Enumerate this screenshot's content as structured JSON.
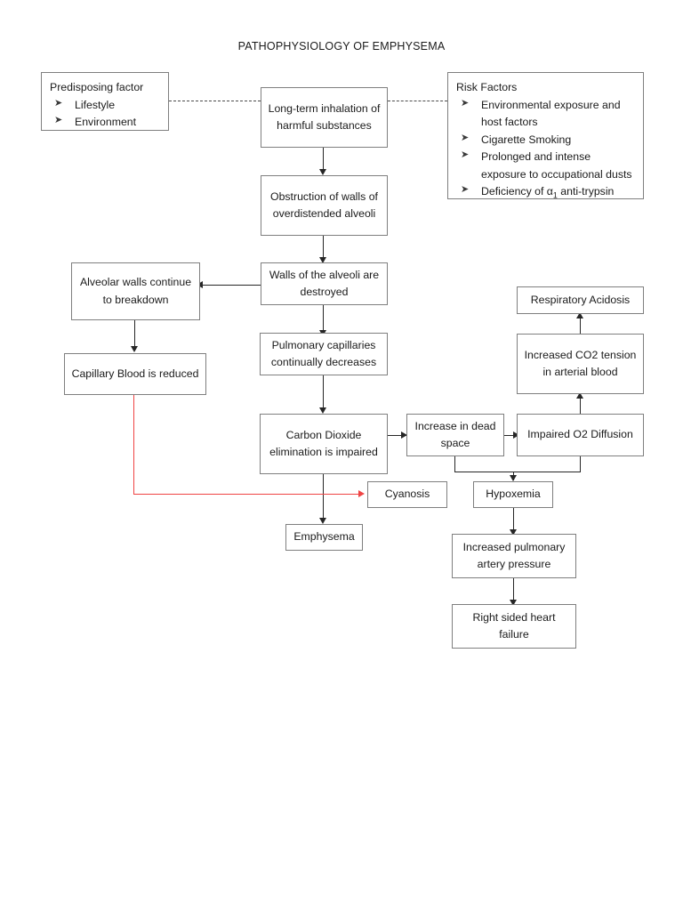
{
  "title": "PATHOPHYSIOLOGY OF EMPHYSEMA",
  "colors": {
    "box_border": "#7f7f7f",
    "arrow": "#262626",
    "highlight_arrow": "#ef4444",
    "background": "#ffffff"
  },
  "nodes": {
    "predisposing": {
      "heading": "Predisposing factor",
      "items": [
        "Lifestyle",
        "Environment"
      ]
    },
    "risk_factors": {
      "heading": "Risk Factors",
      "items": [
        "Environmental exposure and host factors",
        "Cigarette Smoking",
        "Prolonged and intense exposure to occupational dusts",
        "Deficiency of α₁ anti-trypsin"
      ]
    },
    "inhalation": "Long-term inhalation of harmful substances",
    "obstruction": "Obstruction of walls of overdistended alveoli",
    "walls_destroyed": "Walls of the alveoli are destroyed",
    "alveolar_breakdown": "Alveolar walls continue to breakdown",
    "capillary_blood": "Capillary Blood is reduced",
    "pulmonary_capillaries": "Pulmonary capillaries continually decreases",
    "co2_elimination": "Carbon Dioxide elimination is impaired",
    "dead_space": "Increase in dead space",
    "impaired_o2": "Impaired O2 Diffusion",
    "co2_tension": "Increased CO2 tension in arterial blood",
    "respiratory_acidosis": "Respiratory Acidosis",
    "cyanosis": "Cyanosis",
    "hypoxemia": "Hypoxemia",
    "emphysema": "Emphysema",
    "pulmonary_artery_pressure": "Increased pulmonary artery pressure",
    "right_heart_failure": "Right sided heart failure"
  },
  "bullet_glyph": "➤"
}
